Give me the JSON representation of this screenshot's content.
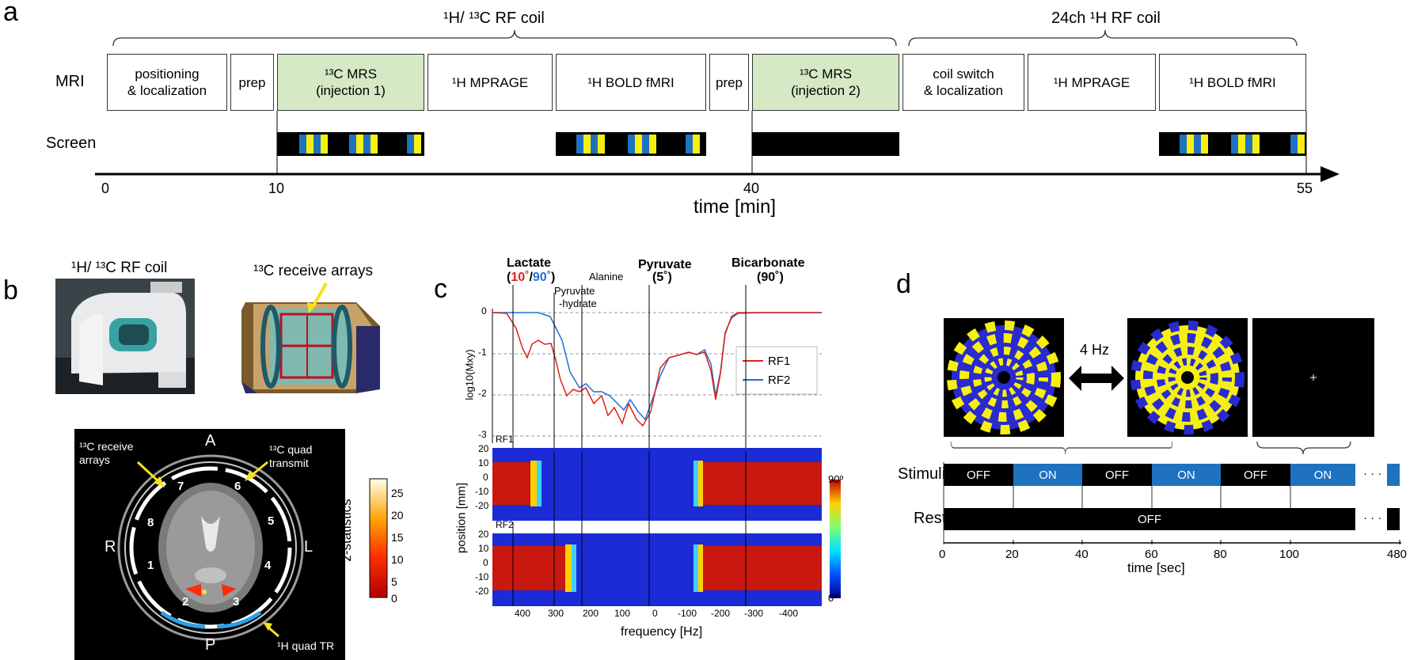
{
  "panels": {
    "a": "a",
    "b": "b",
    "c": "c",
    "d": "d"
  },
  "a": {
    "coil_left": "¹H/ ¹³C RF coil",
    "coil_right": "24ch ¹H RF coil",
    "row_mri": "MRI",
    "row_screen": "Screen",
    "blocks": [
      {
        "text": "positioning\n& localization"
      },
      {
        "text": "prep"
      },
      {
        "text": "¹³C MRS\n(injection 1)"
      },
      {
        "text": "¹H MPRAGE"
      },
      {
        "text": "¹H BOLD fMRI"
      },
      {
        "text": "prep"
      },
      {
        "text": "¹³C MRS\n(injection 2)"
      },
      {
        "text": "coil switch\n& localization"
      },
      {
        "text": "¹H MPRAGE"
      },
      {
        "text": "¹H BOLD fMRI"
      }
    ],
    "ticks": [
      "0",
      "10",
      "40",
      "55"
    ],
    "xlabel": "time [min]"
  },
  "b": {
    "coil_title": "¹H/ ¹³C RF coil",
    "arrays_title": "¹³C receive arrays",
    "label_receive": "¹³C receive\narrays",
    "label_quad": "¹³C quad\ntransmit",
    "label_tr": "¹H quad TR",
    "dir": {
      "A": "A",
      "P": "P",
      "R": "R",
      "L": "L"
    },
    "element_numbers": [
      "1",
      "2",
      "3",
      "4",
      "5",
      "6",
      "7",
      "8"
    ],
    "colorbar_label": "z-statistics",
    "colorbar_ticks": [
      "25",
      "20",
      "15",
      "10",
      "5",
      "0"
    ]
  },
  "c": {
    "peaks": {
      "lactate": "Lactate",
      "lactate_angles_open": "(",
      "lactate_a": "10˚",
      "lactate_sep": "/",
      "lactate_b": "90˚",
      "lactate_angles_close": ")",
      "pyruvate_hydrate_1": "Pyruvate",
      "pyruvate_hydrate_2": "-hydrate",
      "alanine": "Alanine",
      "pyruvate": "Pyruvate",
      "pyruvate_angle": "(5˚)",
      "bicarbonate": "Bicarbonate",
      "bicarbonate_angle": "(90˚)"
    },
    "ylabel_top": "log10(Mxy)",
    "yticks_top": [
      "0",
      "-1",
      "-2",
      "-3"
    ],
    "legend": [
      "RF1",
      "RF2"
    ],
    "map_labels": [
      "RF1",
      "RF2"
    ],
    "ylabel_bottom": "position [mm]",
    "yticks_map": [
      "20",
      "10",
      "0",
      "-10",
      "-20"
    ],
    "xticks": [
      "400",
      "300",
      "200",
      "100",
      "0",
      "-100",
      "-200",
      "-300",
      "-400"
    ],
    "xlabel": "frequency [Hz]",
    "cbar_top": "90º",
    "cbar_bottom": "0º"
  },
  "d": {
    "freq": "4 Hz",
    "row_stimuli": "Stimuli",
    "row_rest": "Rest",
    "stim_segments": [
      "OFF",
      "ON",
      "OFF",
      "ON",
      "OFF",
      "ON"
    ],
    "rest_label": "OFF",
    "ellipsis": "· · ·",
    "ticks": [
      "0",
      "20",
      "40",
      "60",
      "80",
      "100",
      "480"
    ],
    "xlabel": "time [sec]"
  },
  "colors": {
    "blue": "#1e72c0",
    "yellow": "#f5f010",
    "green": "#d4e9c4",
    "red": "#e0201a",
    "rf2": "#1f6fd6"
  }
}
